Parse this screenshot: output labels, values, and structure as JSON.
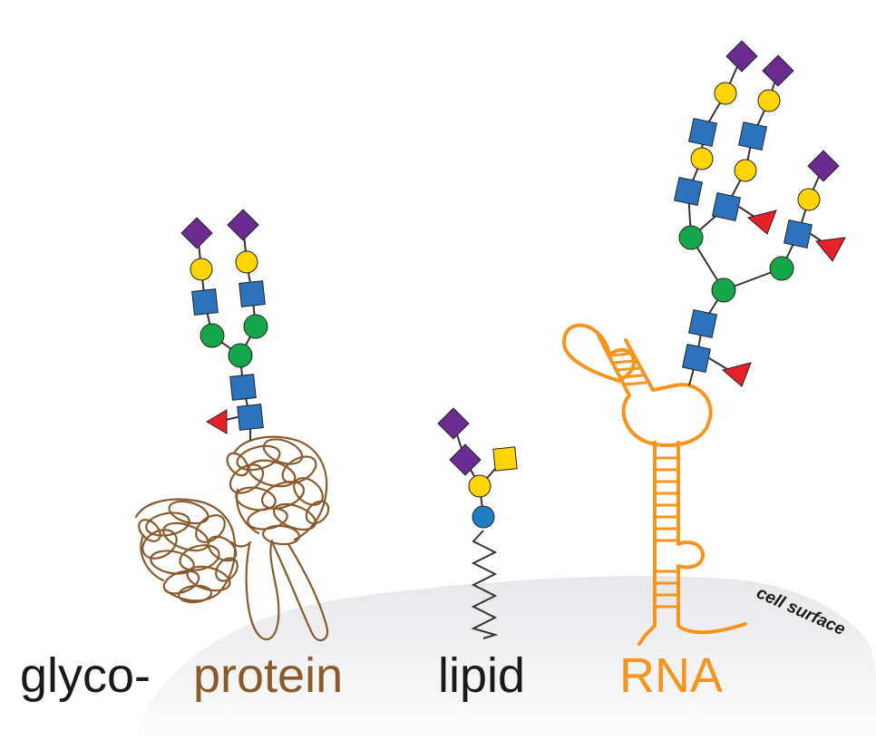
{
  "labels": {
    "prefix": "glyco-",
    "protein": "protein",
    "lipid": "lipid",
    "rna": "RNA",
    "surface": "cell surface"
  },
  "colors": {
    "text_dark": "#1a1a1a",
    "protein": "#8a5a2b",
    "rna": "#f7941d",
    "sialic_acid": "#6a2c91",
    "galactose": "#ffd400",
    "glcnac": "#2b74bd",
    "mannose": "#16a64a",
    "fucose": "#e8202a",
    "glucose": "#1f7ec2",
    "surface_fill": "#e4e5e7",
    "line": "#333333"
  },
  "legend_icons": {
    "sialic_acid": "purple-diamond-icon",
    "galactose": "yellow-circle-icon",
    "glcnac": "blue-square-icon",
    "mannose": "green-circle-icon",
    "fucose": "red-triangle-icon",
    "glucose": "blue-circle-icon",
    "galnac": "yellow-square-icon"
  }
}
